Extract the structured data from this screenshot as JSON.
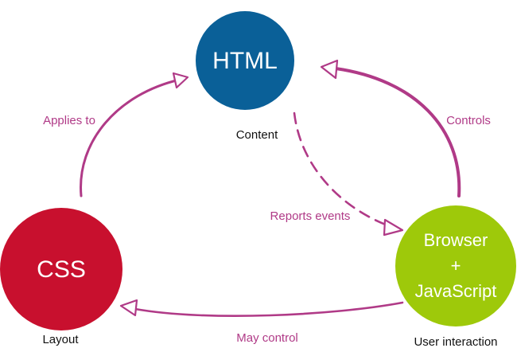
{
  "colors": {
    "html": "#0a6098",
    "css": "#c8102e",
    "browser": "#9ec90a",
    "edge": "#b03a87"
  },
  "nodes": {
    "html": {
      "label": "HTML",
      "caption": "Content"
    },
    "css": {
      "label": "CSS",
      "caption": "Layout"
    },
    "browser": {
      "label_line1": "Browser",
      "label_line2": "+",
      "label_line3": "JavaScript",
      "caption": "User interaction"
    }
  },
  "edges": {
    "applies_to": "Applies to",
    "controls": "Controls",
    "reports_events": "Reports events",
    "may_control": "May control"
  }
}
